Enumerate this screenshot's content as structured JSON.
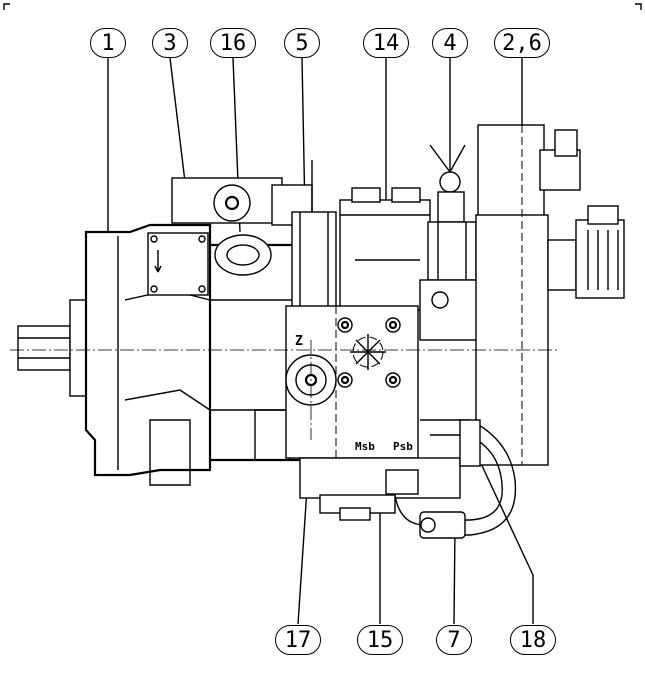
{
  "drawing": {
    "callouts_top": [
      "1",
      "3",
      "16",
      "5",
      "14",
      "4",
      "2,6"
    ],
    "callouts_bottom": [
      "17",
      "15",
      "7",
      "18"
    ],
    "port_labels": {
      "z": "Z",
      "msb": "Msb",
      "psb": "Psb"
    }
  }
}
